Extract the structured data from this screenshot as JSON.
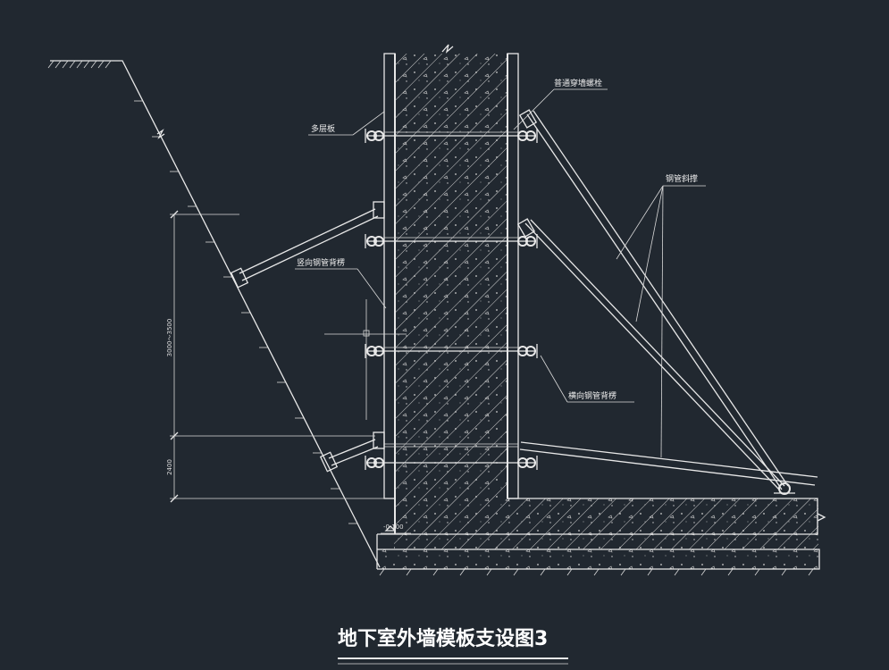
{
  "title": "地下室外墙模板支设图3",
  "labels": {
    "through_bolt": "普通穿墙螺栓",
    "multilayer_board": "多层板",
    "steel_pipe_brace": "钢管斜撑",
    "vertical_back_ridge": "竖向钢管背楞",
    "horizontal_back_ridge": "横向钢管背楞"
  },
  "dimensions": {
    "upper_span": "3000～3500",
    "lower_span": "2400",
    "slab_elevation": "-0.100"
  }
}
